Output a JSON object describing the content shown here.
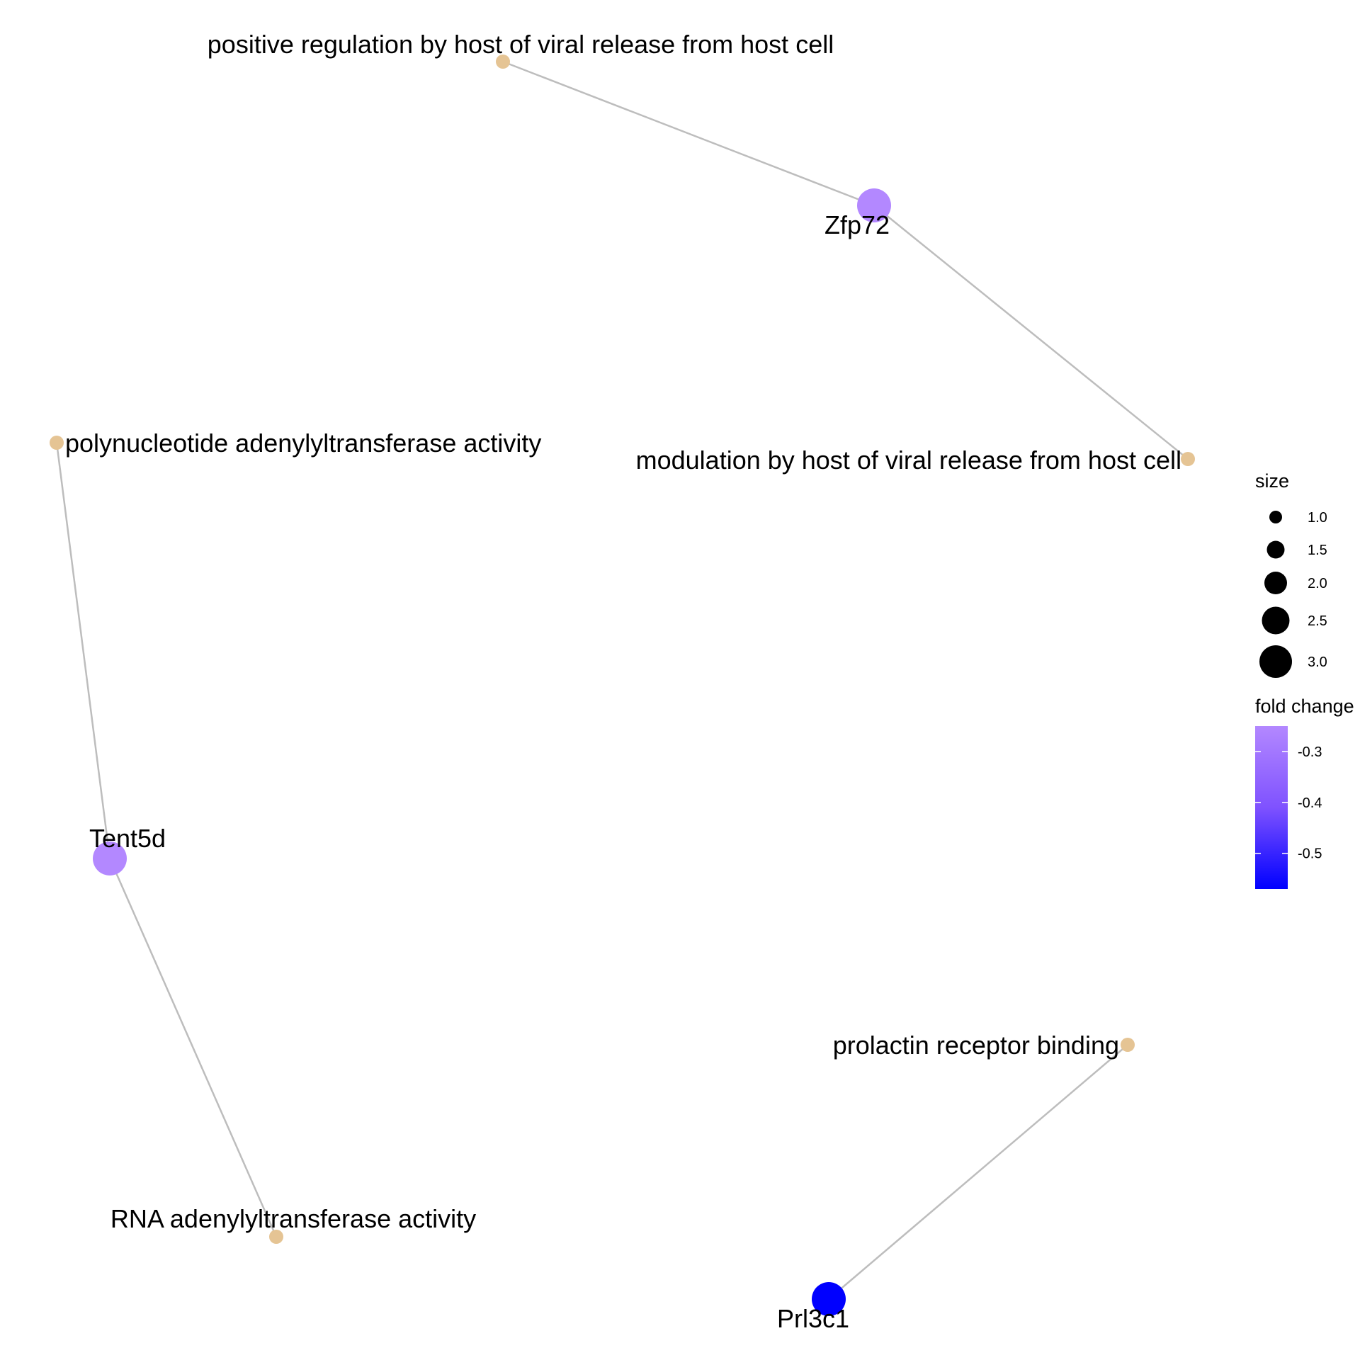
{
  "nodes": [
    {
      "id": "pos_reg",
      "label": "positive regulation by host of viral release from host cell",
      "kind": "category",
      "size": 1,
      "color": "#e5c494"
    },
    {
      "id": "zfp72",
      "label": "Zfp72",
      "kind": "gene",
      "size": 3,
      "foldchange": -0.27,
      "color": "#b388ff"
    },
    {
      "id": "mod_host",
      "label": "modulation by host of viral release from host cell",
      "kind": "category",
      "size": 1,
      "color": "#e5c494"
    },
    {
      "id": "polynuc",
      "label": "polynucleotide adenylyltransferase activity",
      "kind": "category",
      "size": 1,
      "color": "#e5c494"
    },
    {
      "id": "tent5d",
      "label": "Tent5d",
      "kind": "gene",
      "size": 3,
      "foldchange": -0.27,
      "color": "#b388ff"
    },
    {
      "id": "rna_adenyl",
      "label": "RNA adenylyltransferase activity",
      "kind": "category",
      "size": 1,
      "color": "#e5c494"
    },
    {
      "id": "prolactin",
      "label": "prolactin receptor binding",
      "kind": "category",
      "size": 1,
      "color": "#e5c494"
    },
    {
      "id": "prl3c1",
      "label": "Prl3c1",
      "kind": "gene",
      "size": 3,
      "foldchange": -0.57,
      "color": "#0000ff"
    }
  ],
  "edges": [
    {
      "from": "pos_reg",
      "to": "zfp72"
    },
    {
      "from": "zfp72",
      "to": "mod_host"
    },
    {
      "from": "polynuc",
      "to": "tent5d"
    },
    {
      "from": "tent5d",
      "to": "rna_adenyl"
    },
    {
      "from": "prolactin",
      "to": "prl3c1"
    }
  ],
  "legend": {
    "size_title": "size",
    "size_entries": [
      {
        "value": 1.0,
        "label": "1.0"
      },
      {
        "value": 1.5,
        "label": "1.5"
      },
      {
        "value": 2.0,
        "label": "2.0"
      },
      {
        "value": 2.5,
        "label": "2.5"
      },
      {
        "value": 3.0,
        "label": "3.0"
      }
    ],
    "color_title": "fold change",
    "color_range": [
      -0.57,
      -0.25
    ],
    "color_low": "#0000ff",
    "color_high": "#b388ff",
    "color_ticks": [
      {
        "value": -0.3,
        "label": "-0.3"
      },
      {
        "value": -0.4,
        "label": "-0.4"
      },
      {
        "value": -0.5,
        "label": "-0.5"
      }
    ]
  },
  "colors": {
    "edge": "#bdbdbd",
    "category_node": "#e5c494"
  }
}
